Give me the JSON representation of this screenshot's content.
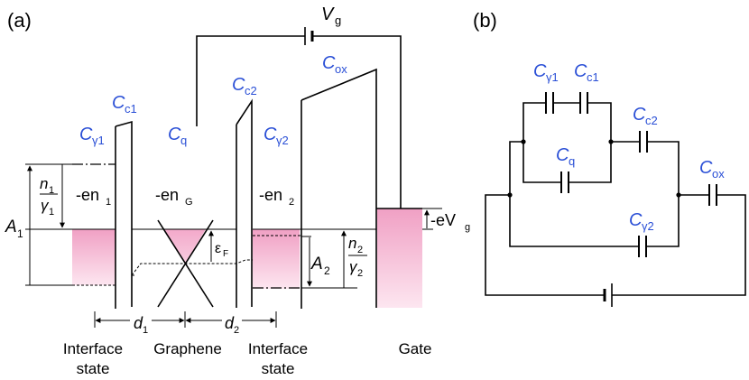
{
  "panel_a": {
    "tag": "(a)",
    "vg_label": "V",
    "vg_sub": "g",
    "c_c1_main": "C",
    "c_c1_sub": "c1",
    "c_gamma1_main": "C",
    "c_gamma1_sub": "γ1",
    "c_q": "C",
    "c_q_sub": "q",
    "c_c2_main": "C",
    "c_c2_sub": "c2",
    "c_gamma2_main": "C",
    "c_gamma2_sub": "γ2",
    "c_ox_main": "C",
    "c_ox_sub": "ox",
    "n1": "n",
    "n1_sub": "1",
    "g1": "γ",
    "g1_sub": "1",
    "en1": "-en",
    "en1_sub": "1",
    "enG": "-en",
    "enG_sub": "G",
    "en2": "-en",
    "en2_sub": "2",
    "n2": "n",
    "n2_sub": "2",
    "g2": "γ",
    "g2_sub": "2",
    "a1": "A",
    "a1_sub": "1",
    "a2": "A",
    "a2_sub": "2",
    "eF": "ε",
    "eF_sub": "F",
    "eVg": "-eV",
    "eVg_sub": "g",
    "d1": "d",
    "d1_sub": "1",
    "d2": "d",
    "d2_sub": "2",
    "interface1_line1": "Interface",
    "interface1_line2": "state",
    "graphene": "Graphene",
    "interface2_line1": "Interface",
    "interface2_line2": "state",
    "gate": "Gate"
  },
  "panel_b": {
    "tag": "(b)",
    "c_gamma1_main": "C",
    "c_gamma1_sub": "γ1",
    "c_c1_main": "C",
    "c_c1_sub": "c1",
    "c_c2_main": "C",
    "c_c2_sub": "c2",
    "c_q_main": "C",
    "c_q_sub": "q",
    "c_ox_main": "C",
    "c_ox_sub": "ox",
    "c_gamma2_main": "C",
    "c_gamma2_sub": "γ2"
  },
  "colors": {
    "label_blue": "#2a4fd6",
    "fill_pink": "#f0a8c8"
  }
}
